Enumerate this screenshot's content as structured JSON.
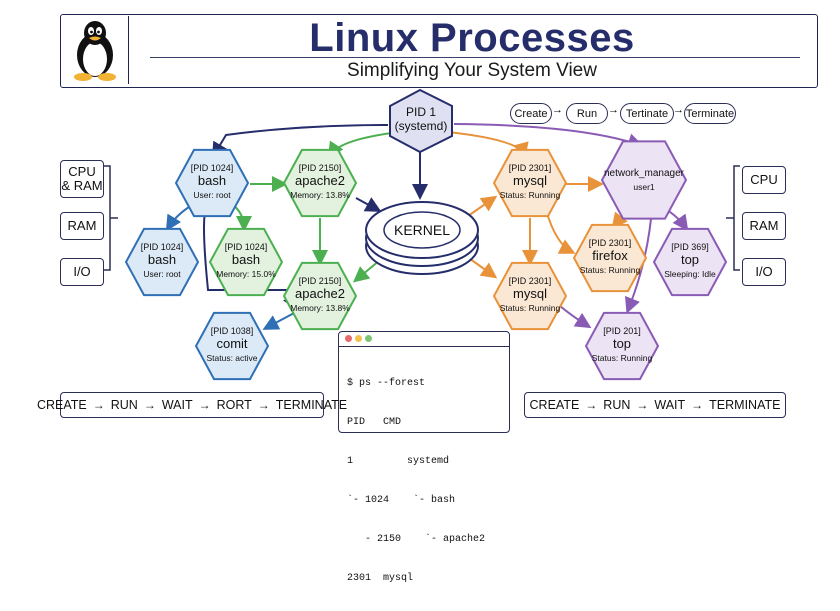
{
  "header": {
    "title": "Linux Processes",
    "subtitle": "Simplifying Your System View",
    "logo_icon": "tux-penguin-icon"
  },
  "init": {
    "pid": "PID 1",
    "name": "(systemd)"
  },
  "kernel": {
    "label": "KERNEL"
  },
  "lifecycle_top": [
    "Create",
    "Run",
    "Tertinate",
    "Terminate"
  ],
  "processes": {
    "bash_parent": {
      "pid": "[PID 1024]",
      "name": "bash",
      "status": "User: root"
    },
    "bash_child": {
      "pid": "[PID 1024]",
      "name": "bash",
      "status": "User: root"
    },
    "bash_mem": {
      "pid": "[PID 1024]",
      "name": "bash",
      "status": "Memory: 15.0%"
    },
    "apache_parent": {
      "pid": "[PID 2150]",
      "name": "apache2",
      "status": "Memory: 13.8%"
    },
    "apache_child": {
      "pid": "[PID 2150]",
      "name": "apache2",
      "status": "Memory: 13.8%"
    },
    "comit": {
      "pid": "[PID 1038]",
      "name": "comit",
      "status": "Status: active"
    },
    "mysql_parent": {
      "pid": "[PID 2301]",
      "name": "mysql",
      "status": "Status: Running"
    },
    "mysql_child": {
      "pid": "[PID 2301]",
      "name": "mysql",
      "status": "Status: Running"
    },
    "network_manager": {
      "name": "network_manager",
      "status": "user1"
    },
    "firefox": {
      "pid": "[PID 2301]",
      "name": "firefox",
      "status": "Status: Running"
    },
    "top_idle": {
      "pid": "[PID 369]",
      "name": "top",
      "status": "Sleeping: Idle"
    },
    "top_running": {
      "pid": "[PID 201]",
      "name": "top",
      "status": "Status: Running"
    }
  },
  "resources_left": [
    "CPU\n& RAM",
    "RAM",
    "I/O"
  ],
  "resources_right": [
    "CPU",
    "RAM",
    "I/O"
  ],
  "terminal": {
    "lines": [
      "$ ps --forest",
      "PID   CMD",
      "1         systemd",
      "`- 1024    `- bash",
      "   - 2150    `- apache2",
      "2301  mysql"
    ],
    "dot_colors": [
      "#e86a6a",
      "#f2c14e",
      "#7cc576"
    ]
  },
  "lifecycle_bottom_left": [
    "CREATE",
    "RUN",
    "WAIT",
    "RORT",
    "TERMINATE"
  ],
  "lifecycle_bottom_right": [
    "CREATE",
    "RUN",
    "WAIT",
    "TERMINATE"
  ],
  "colors": {
    "navy": "#262d6b",
    "blue": "#2f6fb5",
    "green": "#4caf50",
    "orange": "#e8923a",
    "purple": "#8a5bb5"
  }
}
